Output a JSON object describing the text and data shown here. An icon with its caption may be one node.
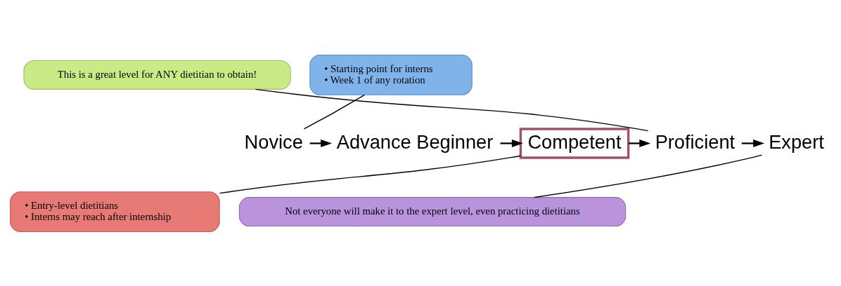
{
  "diagram": {
    "nodes": [
      {
        "text": [
          "Novice"
        ]
      },
      {
        "text": [
          "Advance Beginner"
        ]
      },
      {
        "text": [
          "Competent"
        ]
      },
      {
        "text": [
          "Proficient"
        ]
      },
      {
        "text": [
          "Expert"
        ]
      },
      {
        "text": [
          "• Starting point for interns",
          "• Week 1 of any rotation"
        ]
      },
      {
        "text": [
          "This is a great level for ANY dietitian to obtain!"
        ]
      },
      {
        "text": [
          "• Entry-level dietitians",
          "• Interns may reach after internship"
        ]
      },
      {
        "text": [
          "Not everyone will make it to the expert level, even practicing dietitians"
        ]
      }
    ],
    "edges": [
      {
        "from": 0,
        "to": 1,
        "arrow": "to"
      },
      {
        "from": 1,
        "to": 2,
        "arrow": "to"
      },
      {
        "from": 2,
        "to": 3,
        "arrow": "to"
      },
      {
        "from": 3,
        "to": 4,
        "arrow": "to"
      },
      {
        "from": 5,
        "to": 0,
        "arrow": "none"
      },
      {
        "from": 6,
        "to": 3,
        "arrow": "none"
      },
      {
        "from": 7,
        "to": 2,
        "arrow": "none"
      },
      {
        "from": 8,
        "to": 4,
        "arrow": "none"
      }
    ]
  }
}
